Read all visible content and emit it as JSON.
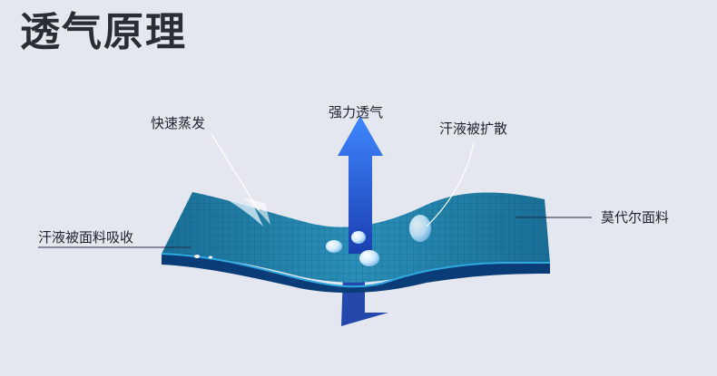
{
  "title": "透气原理",
  "labels": {
    "evaporate": "快速蒸发",
    "breathe": "强力透气",
    "spread": "汗液被扩散",
    "absorb": "汗液被面料吸收",
    "fabric": "莫代尔面料"
  },
  "colors": {
    "background": "#e4e7ef",
    "fabric_top": "#1b7fa6",
    "fabric_side": "#0a3d78",
    "arrow": "#2f6fe6",
    "text": "#1f2230"
  }
}
